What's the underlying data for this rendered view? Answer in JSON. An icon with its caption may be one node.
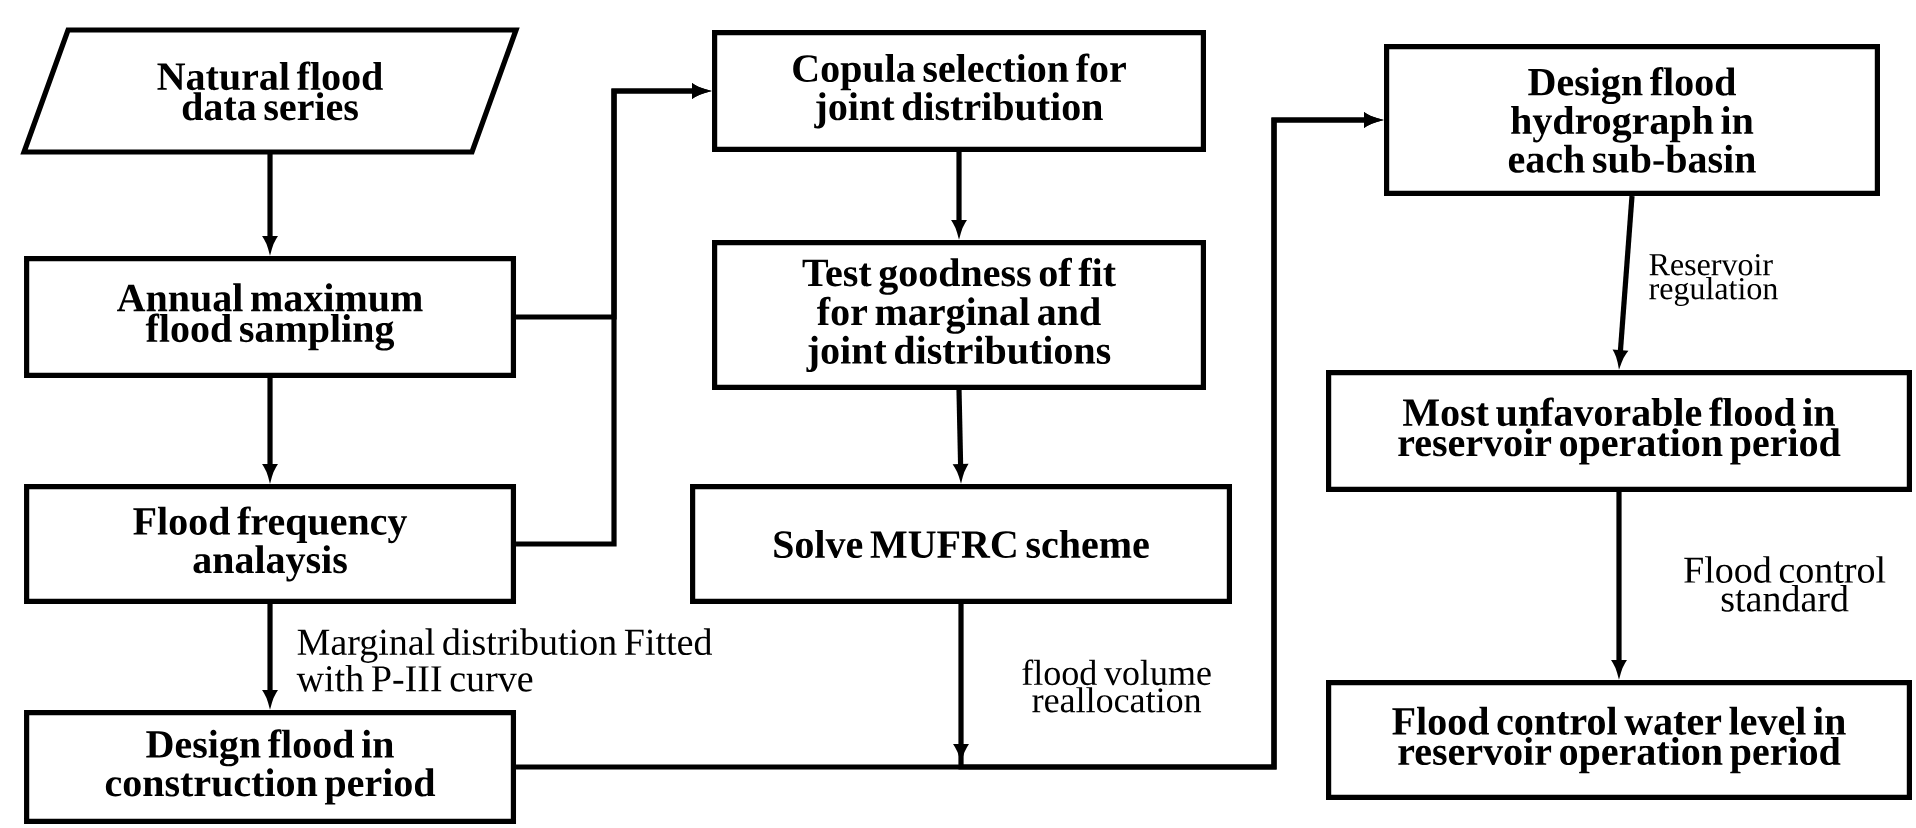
{
  "diagram": {
    "nodes": [
      {
        "text": [
          "Natural flood data series"
        ]
      },
      {
        "text": [
          "Annual maximum flood sampling"
        ]
      },
      {
        "text": [
          "Flood frequency analaysis"
        ]
      },
      {
        "text": [
          "Design flood in construction period"
        ]
      },
      {
        "text": [
          "Copula selection for joint distribution"
        ]
      },
      {
        "text": [
          "Test goodness of fit for marginal and joint distributions"
        ]
      },
      {
        "text": [
          "Solve MUFRC scheme"
        ]
      },
      {
        "text": [
          "Design flood hydrograph in each sub-basin"
        ]
      },
      {
        "text": [
          "Most unfavorable flood in reservoir operation period"
        ]
      },
      {
        "text": [
          "Flood control water level in reservoir operation period"
        ]
      }
    ],
    "edges": [
      {
        "from": 0,
        "to": 1,
        "arrow": "to"
      },
      {
        "from": 1,
        "to": 2,
        "arrow": "to"
      },
      {
        "from": 2,
        "to": 3,
        "arrow": "to",
        "label": "Marginal distribution Fitted with P-III curve"
      },
      {
        "from": 1,
        "to": 4,
        "arrow": "to"
      },
      {
        "from": 2,
        "to": 4,
        "arrow": "to"
      },
      {
        "from": 4,
        "to": 5,
        "arrow": "to"
      },
      {
        "from": 5,
        "to": 6,
        "arrow": "to"
      },
      {
        "from": 6,
        "to": 7,
        "arrow": "to",
        "label": "flood volume reallocation"
      },
      {
        "from": 3,
        "to": 7,
        "arrow": "to"
      },
      {
        "from": 7,
        "to": 8,
        "arrow": "to",
        "label": "Reservoir regulation"
      },
      {
        "from": 8,
        "to": 9,
        "arrow": "to",
        "label": "Flood control standard"
      }
    ]
  }
}
